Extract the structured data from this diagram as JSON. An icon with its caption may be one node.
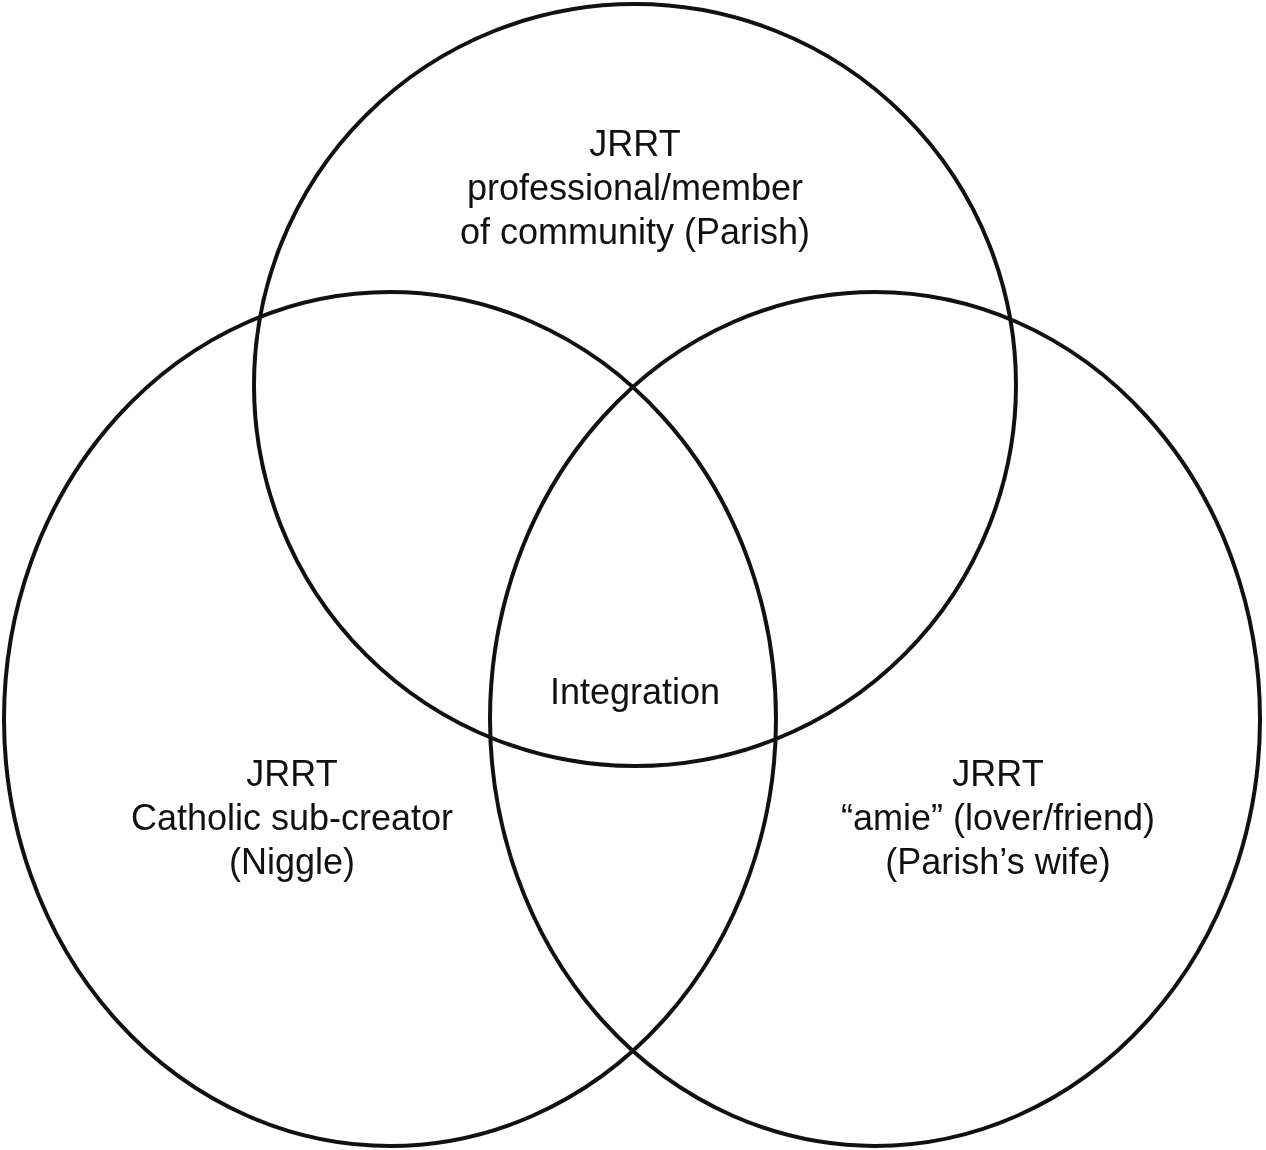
{
  "diagram": {
    "nodes": [
      {
        "text": [
          "JRRT",
          "professional/member of community (Parish)"
        ]
      },
      {
        "text": [
          "JRRT",
          "Catholic sub-creator (Niggle)"
        ]
      },
      {
        "text": [
          "JRRT",
          "“amie” (lover/friend) (Parish’s wife)"
        ]
      }
    ],
    "labels": [
      "Integration"
    ]
  }
}
